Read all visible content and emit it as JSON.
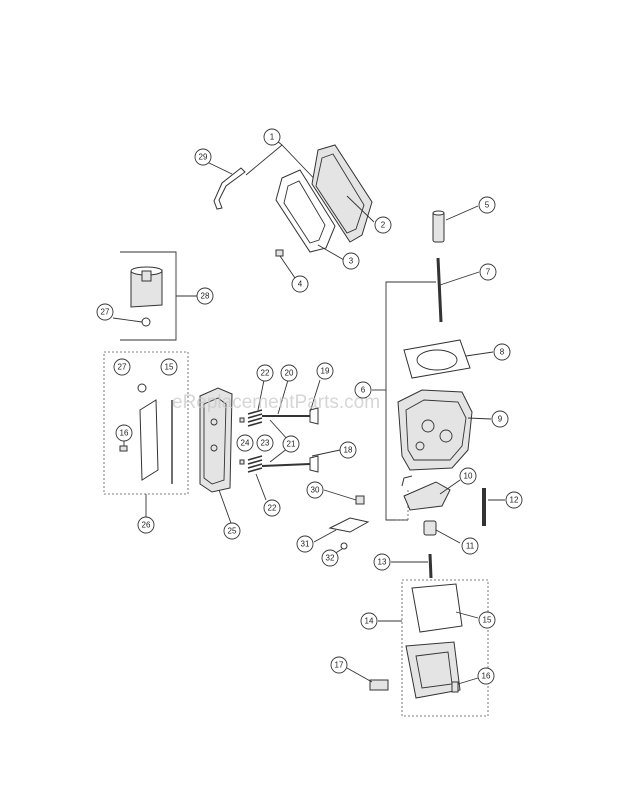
{
  "watermark": "eReplacementParts.com",
  "callouts": [
    {
      "id": "c1",
      "label": "1"
    },
    {
      "id": "c2",
      "label": "2"
    },
    {
      "id": "c3",
      "label": "3"
    },
    {
      "id": "c4",
      "label": "4"
    },
    {
      "id": "c5",
      "label": "5"
    },
    {
      "id": "c6",
      "label": "6"
    },
    {
      "id": "c7",
      "label": "7"
    },
    {
      "id": "c8",
      "label": "8"
    },
    {
      "id": "c9",
      "label": "9"
    },
    {
      "id": "c10",
      "label": "10"
    },
    {
      "id": "c11",
      "label": "11"
    },
    {
      "id": "c12",
      "label": "12"
    },
    {
      "id": "c13",
      "label": "13"
    },
    {
      "id": "c14",
      "label": "14"
    },
    {
      "id": "c15a",
      "label": "15"
    },
    {
      "id": "c15b",
      "label": "15"
    },
    {
      "id": "c16a",
      "label": "16"
    },
    {
      "id": "c16b",
      "label": "16"
    },
    {
      "id": "c17",
      "label": "17"
    },
    {
      "id": "c18",
      "label": "18"
    },
    {
      "id": "c19",
      "label": "19"
    },
    {
      "id": "c20",
      "label": "20"
    },
    {
      "id": "c21",
      "label": "21"
    },
    {
      "id": "c22a",
      "label": "22"
    },
    {
      "id": "c22b",
      "label": "22"
    },
    {
      "id": "c23",
      "label": "23"
    },
    {
      "id": "c24",
      "label": "24"
    },
    {
      "id": "c25",
      "label": "25"
    },
    {
      "id": "c26",
      "label": "26"
    },
    {
      "id": "c27a",
      "label": "27"
    },
    {
      "id": "c27b",
      "label": "27"
    },
    {
      "id": "c28",
      "label": "28"
    },
    {
      "id": "c29",
      "label": "29"
    },
    {
      "id": "c30",
      "label": "30"
    },
    {
      "id": "c31",
      "label": "31"
    },
    {
      "id": "c32",
      "label": "32"
    }
  ]
}
